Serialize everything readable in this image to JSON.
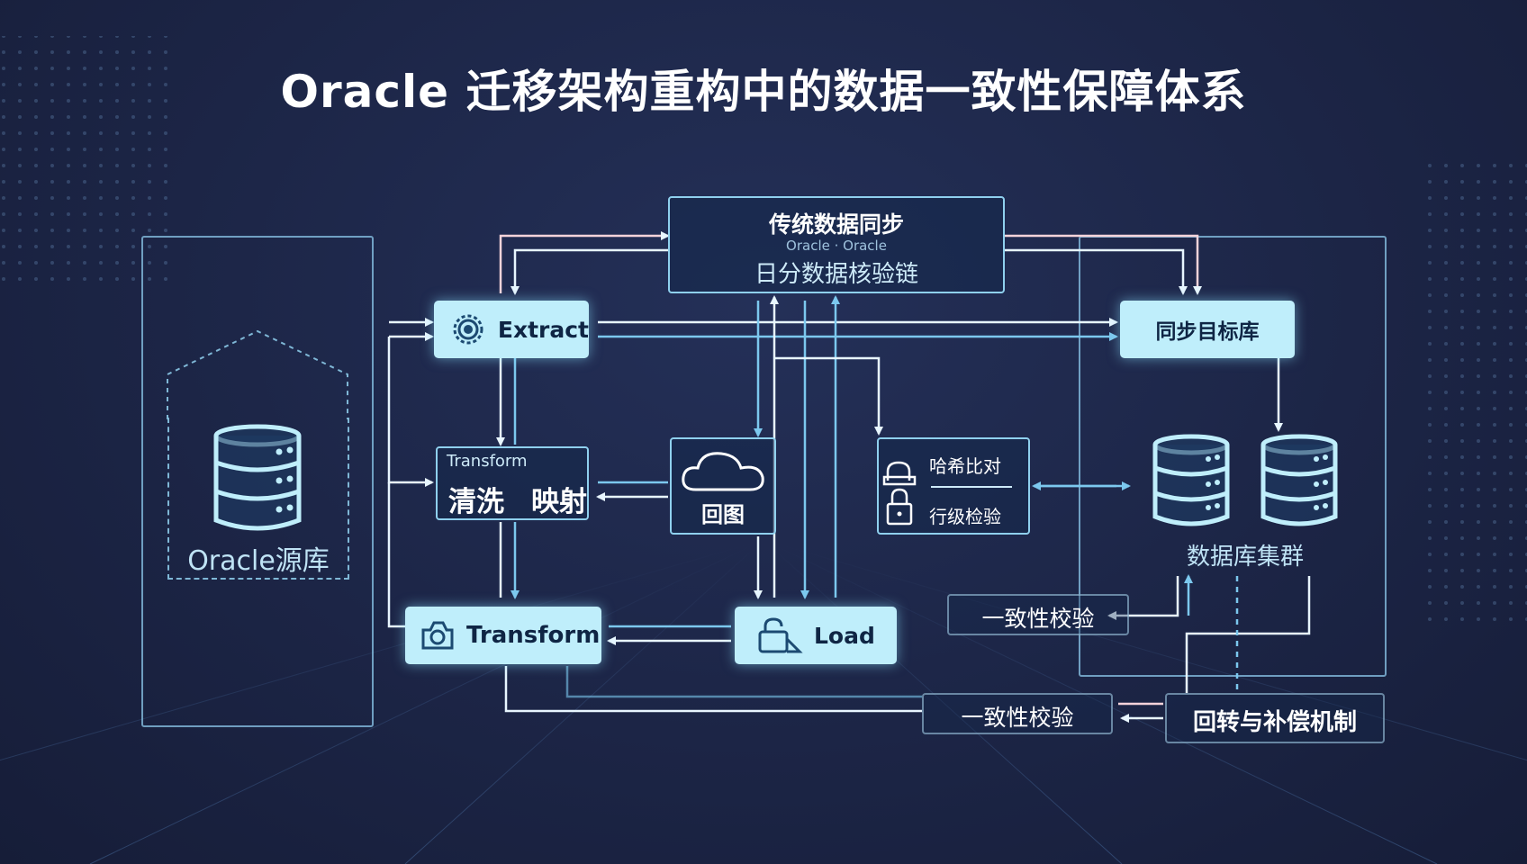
{
  "title": "Oracle 迁移架构重构中的数据一致性保障体系",
  "source": {
    "label": "Oracle源库"
  },
  "top_box": {
    "line1": "传统数据同步",
    "line2": "Oracle · Oracle",
    "line3": "日分数据核验链"
  },
  "extract": {
    "label": "Extract"
  },
  "transform_small": {
    "header": "Transform",
    "left": "清洗",
    "right": "映射"
  },
  "cloud_box": {
    "label": "回图"
  },
  "transform": {
    "label": "Transform"
  },
  "load": {
    "label": "Load"
  },
  "target_box": {
    "label": "同步目标库"
  },
  "hash_box": {
    "line1": "哈希比对",
    "line2": "行级检验"
  },
  "cluster": {
    "label": "数据库集群"
  },
  "consistency_1": {
    "label": "一致性校验"
  },
  "consistency_2": {
    "label": "一致性校验"
  },
  "rollback": {
    "label": "回转与补偿机制"
  },
  "colors": {
    "background": "#1c2546",
    "accent": "#8fd0ee",
    "box_fill": "#bfeefb",
    "text": "#ffffff"
  },
  "icons": [
    "database-icon",
    "gear-icon",
    "camera-icon",
    "cloud-icon",
    "lock-icon",
    "unlock-icon"
  ]
}
